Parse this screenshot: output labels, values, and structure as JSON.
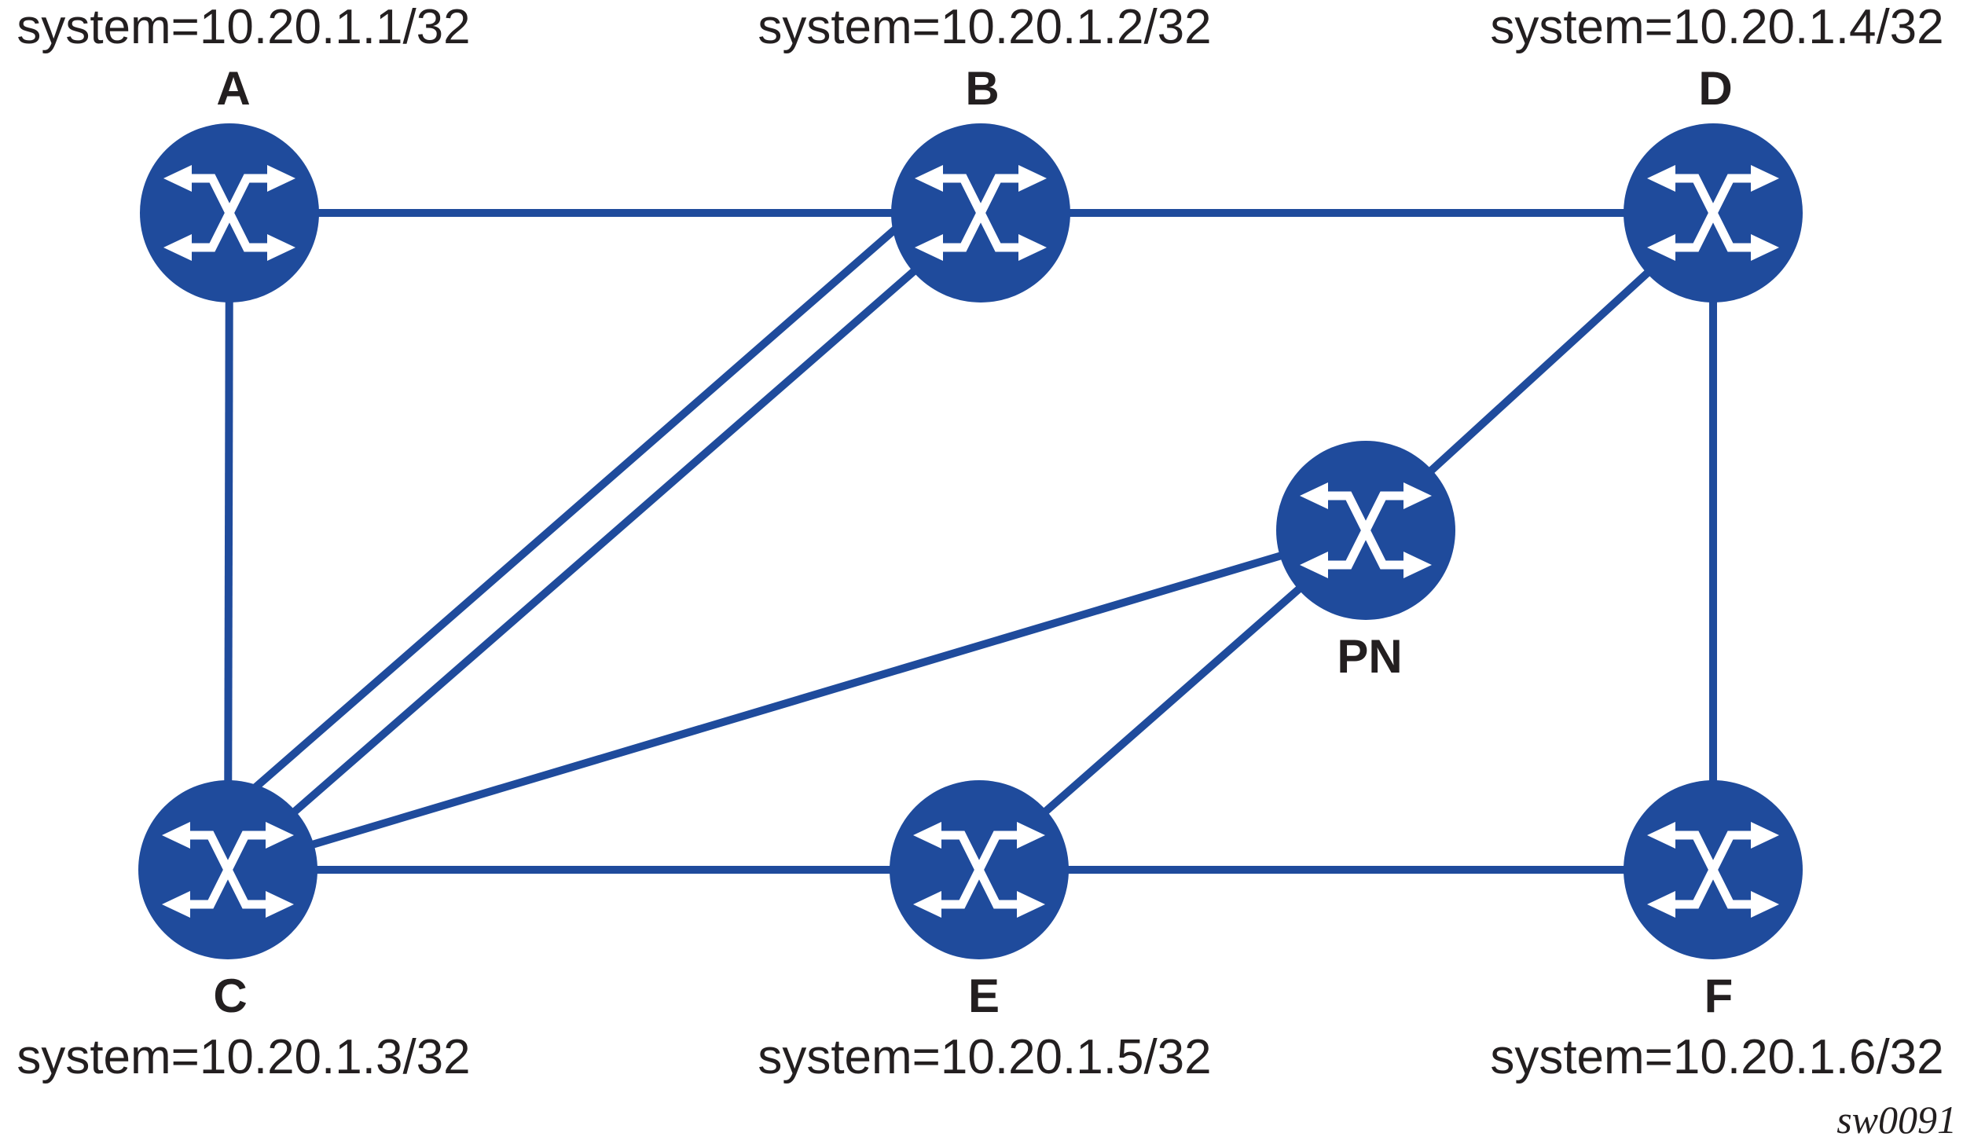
{
  "watermark": "sw0091",
  "colors": {
    "node_fill": "#1f4b9c",
    "link": "#1f4b9c",
    "icon": "#ffffff",
    "label_text": "#231f20",
    "background": "#ffffff"
  },
  "nodes": [
    {
      "id": "A",
      "label": "A",
      "system": "system=10.20.1.1/32"
    },
    {
      "id": "B",
      "label": "B",
      "system": "system=10.20.1.2/32"
    },
    {
      "id": "C",
      "label": "C",
      "system": "system=10.20.1.3/32"
    },
    {
      "id": "D",
      "label": "D",
      "system": "system=10.20.1.4/32"
    },
    {
      "id": "E",
      "label": "E",
      "system": "system=10.20.1.5/32"
    },
    {
      "id": "F",
      "label": "F",
      "system": "system=10.20.1.6/32"
    },
    {
      "id": "PN",
      "label": "PN",
      "system": ""
    }
  ],
  "links": [
    {
      "from": "A",
      "to": "B",
      "lines": 1
    },
    {
      "from": "B",
      "to": "D",
      "lines": 1
    },
    {
      "from": "A",
      "to": "C",
      "lines": 1
    },
    {
      "from": "C",
      "to": "B",
      "lines": 2
    },
    {
      "from": "C",
      "to": "PN",
      "lines": 1
    },
    {
      "from": "C",
      "to": "E",
      "lines": 1
    },
    {
      "from": "E",
      "to": "PN",
      "lines": 1
    },
    {
      "from": "PN",
      "to": "D",
      "lines": 1
    },
    {
      "from": "E",
      "to": "F",
      "lines": 1
    },
    {
      "from": "D",
      "to": "F",
      "lines": 1
    }
  ]
}
